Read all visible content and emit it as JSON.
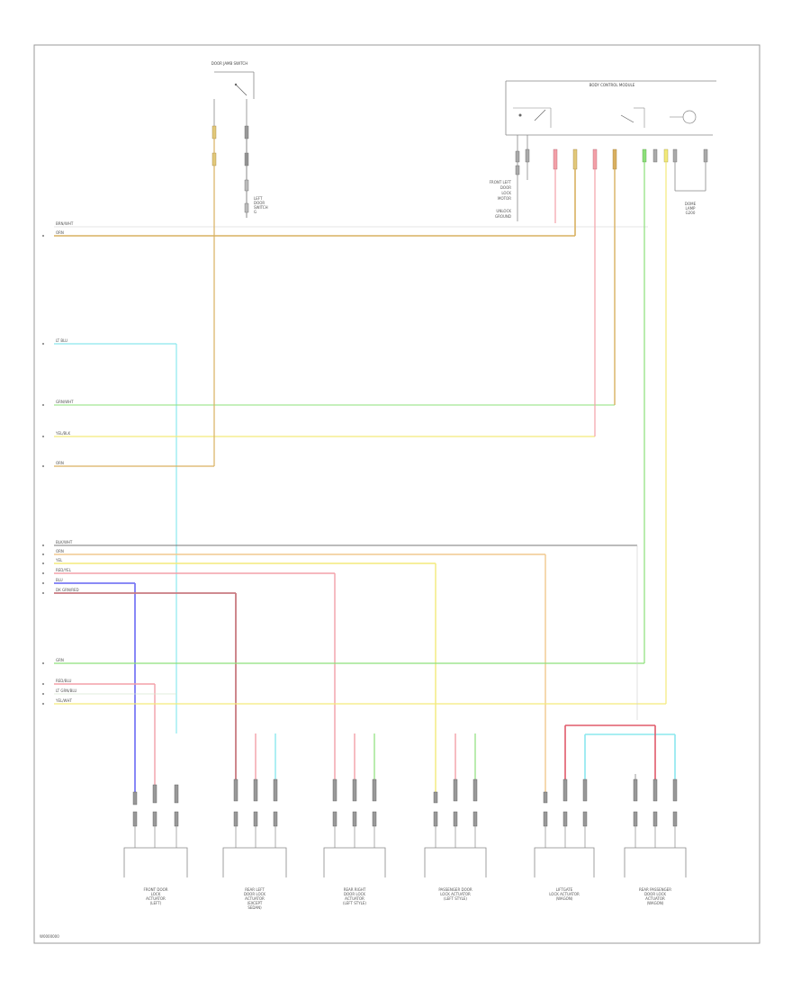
{
  "diagram": {
    "footer_code": "W0000000",
    "top_left_switch": {
      "title": "DOOR JAMB SWITCH",
      "lower_label": "LEFT\nDOOR\nSWITCH\nG"
    },
    "top_right_unit": {
      "title": "BODY CONTROL MODULE",
      "side_labels": [
        "FRONT LEFT",
        "DOOR",
        "LOCK",
        "MOTOR",
        "UNLOCK",
        "GROUND"
      ],
      "dome_label": "DOME\nLAMP\nG200"
    },
    "harness_wires": [
      {
        "tag": "BRN/WHT",
        "sub": "ORN",
        "color": "#d9b060"
      },
      {
        "tag": "LT BLU",
        "sub": "",
        "color": "#8be8ee"
      },
      {
        "tag": "GRN/WHT",
        "sub": "",
        "color": "#8de07a"
      },
      {
        "tag": "YEL/BLK",
        "sub": "",
        "color": "#f3ea7a"
      },
      {
        "tag": "ORN",
        "sub": "",
        "color": "#d9b060"
      },
      {
        "tag": "BLK/WHT",
        "sub": "",
        "color": "#555555"
      },
      {
        "tag": "ORN",
        "sub": "",
        "color": "#f1c98f"
      },
      {
        "tag": "YEL",
        "sub": "",
        "color": "#f3ea7a"
      },
      {
        "tag": "RED/YEL",
        "sub": "",
        "color": "#f3a0a8"
      },
      {
        "tag": "BLU",
        "sub": "",
        "color": "#7a7af5"
      },
      {
        "tag": "DK GRN/RED",
        "sub": "",
        "color": "#c87a80"
      },
      {
        "tag": "GRN",
        "sub": "",
        "color": "#8de07a"
      },
      {
        "tag": "RED/BLU",
        "sub": "",
        "color": "#f3a0a8"
      },
      {
        "tag": "LT GRN/BLU",
        "sub": "",
        "color": "#8be8ee"
      },
      {
        "tag": "YEL/WHT",
        "sub": "",
        "color": "#f3ea7a"
      }
    ],
    "modules": [
      "FRONT DOOR\nLOCK\nACTUATOR\n(LEFT)",
      "REAR LEFT\nDOOR LOCK\nACTUATOR\n(EXCEPT\nSEDAN)",
      "REAR RIGHT\nDOOR LOCK\nACTUATOR\n(LEFT STYLE)",
      "PASSENGER DOOR\nLOCK ACTUATOR\n(LEFT STYLE)",
      "LIFTGATE\nLOCK ACTUATOR\n(WAGON)",
      "REAR PASSENGER\nDOOR LOCK\nACTUATOR\n(WAGON)"
    ]
  }
}
